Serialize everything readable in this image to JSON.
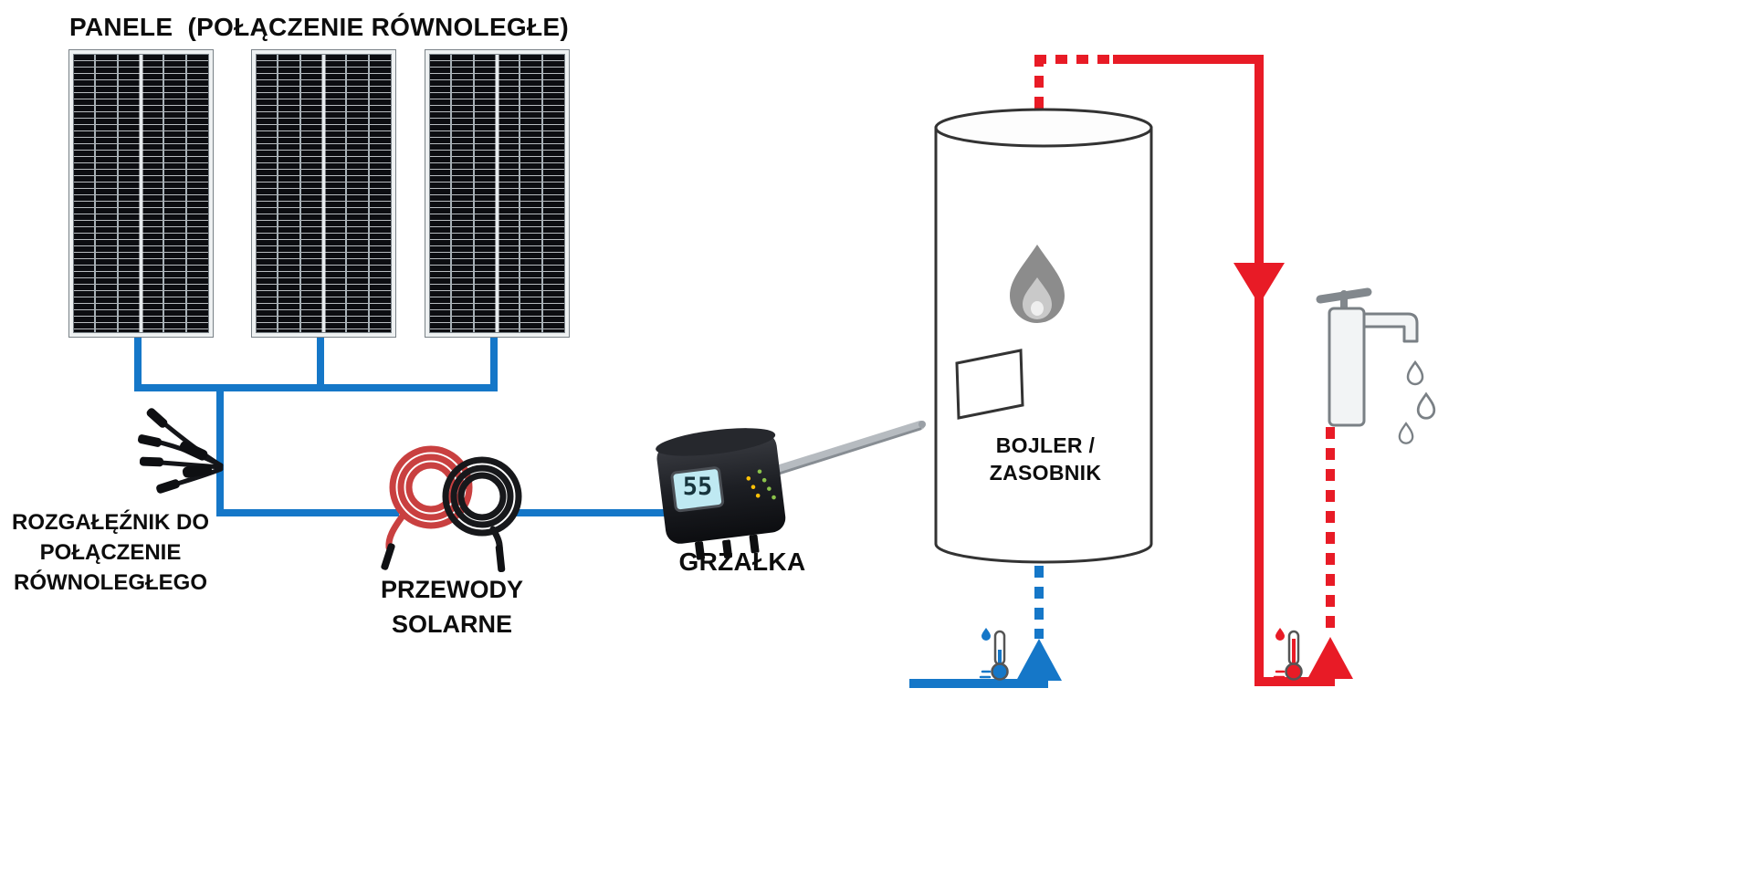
{
  "labels": {
    "panels_title": "PANELE  (POŁĄCZENIE RÓWNOLEGŁE)",
    "splitter_lines": [
      "ROZGAŁĘŹNIK DO",
      "POŁĄCZENIE",
      "RÓWNOLEGŁEGO"
    ],
    "cables_lines": [
      "PRZEWODY",
      "SOLARNE"
    ],
    "heater": "GRZAŁKA",
    "boiler": "BOJLER / ZASOBNIK"
  },
  "heater": {
    "display_value": "55"
  },
  "panels": {
    "count": 3,
    "connection": "parallel"
  },
  "icons": {
    "flame": "flame-icon",
    "faucet": "faucet-icon",
    "water_drops": "water-drops-icon",
    "thermometer_cold": "thermometer-cold-icon",
    "thermometer_hot": "thermometer-hot-icon",
    "splitter": "mc4-branch-connector-icon",
    "cables": "solar-cables-icon",
    "heater_device": "immersion-heater-icon",
    "flow_arrows": "triangle-arrow"
  },
  "colors": {
    "pipe_blue": "#1577C8",
    "pipe_red": "#E81B26",
    "cable_red": "#C94040",
    "cable_black": "#17181B",
    "flame_gray": "#8C8C8C",
    "lcd": "#BFE9F2",
    "text": "#0D0D0D"
  }
}
